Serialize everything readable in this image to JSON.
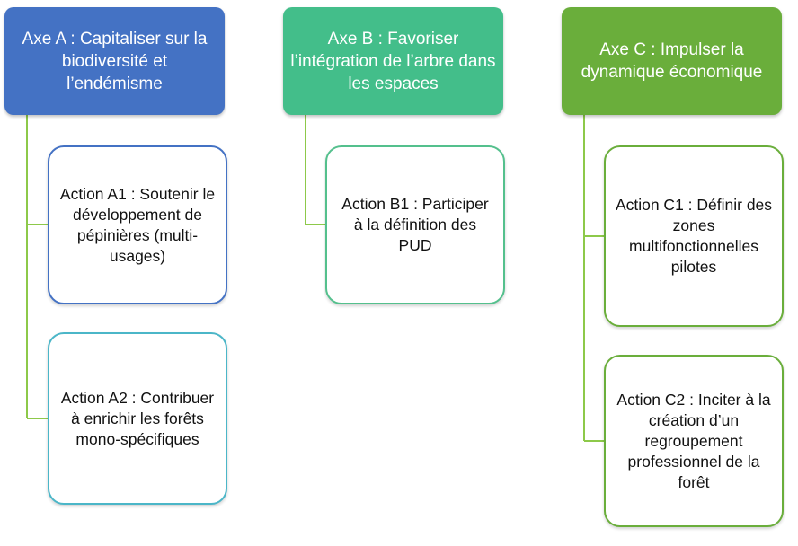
{
  "colors": {
    "axe_a": "#4472C4",
    "axe_b": "#43BE8A",
    "axe_c": "#6AAE3B",
    "connector": "#8DC94A",
    "action_a1_border": "#4472C4",
    "action_a2_border": "#4BB6C8",
    "action_b1_border": "#54C08D",
    "action_c_border": "#6AAE3B"
  },
  "axes": [
    {
      "title": "Axe A : Capitaliser sur la biodiversité et l’endémisme",
      "actions": [
        "Action A1 : Soutenir le développement de pépinières (multi-usages)",
        "Action A2 : Contribuer à enrichir les forêts mono-spécifiques"
      ]
    },
    {
      "title": "Axe B : Favoriser l’intégration de l’arbre dans les espaces",
      "actions": [
        "Action B1 : Participer à la définition des PUD"
      ]
    },
    {
      "title": "Axe C : Impulser la dynamique économique",
      "actions": [
        "Action C1 : Définir des zones multifonctionnelles pilotes",
        "Action C2 : Inciter à la création d’un regroupement professionnel de la forêt"
      ]
    }
  ]
}
